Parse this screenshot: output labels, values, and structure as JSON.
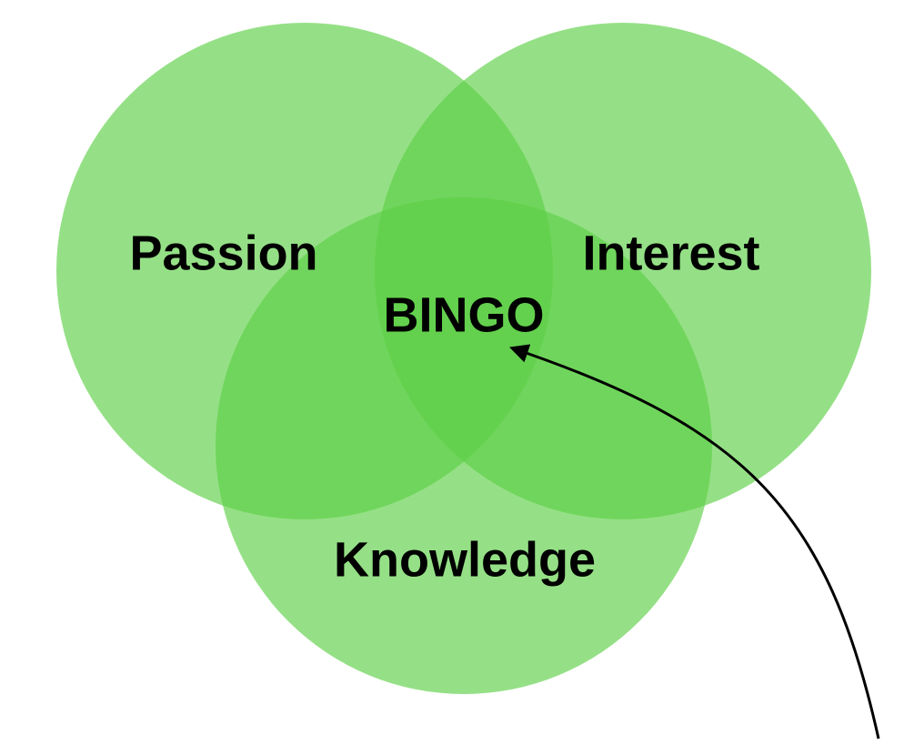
{
  "diagram": {
    "type": "venn",
    "circle_color": "#5ccf45",
    "sets": [
      {
        "label": "Passion"
      },
      {
        "label": "Interest"
      },
      {
        "label": "Knowledge"
      }
    ],
    "intersection_label": "BINGO",
    "arrow_color": "#000000"
  }
}
